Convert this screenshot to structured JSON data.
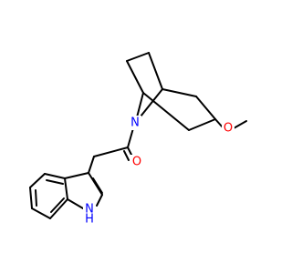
{
  "molecule": {
    "atoms": {
      "nitrogen_bridge": {
        "text": "N",
        "color": "#0000FF"
      },
      "oxygen_carbonyl": {
        "text": "O",
        "color": "#FF0000"
      },
      "oxygen_ether": {
        "text": "O",
        "color": "#FF0000"
      },
      "nitrogen_indole": {
        "text": "N",
        "color": "#0000FF"
      },
      "hydrogen_indole": {
        "text": "H",
        "color": "#0000FF"
      }
    }
  }
}
